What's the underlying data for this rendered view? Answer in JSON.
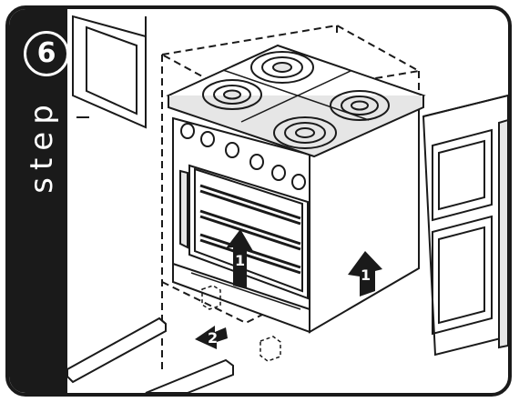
{
  "step": {
    "number": "6",
    "word": "step"
  },
  "arrows": {
    "lift_front_label": "1",
    "lift_side_label": "1",
    "push_label": "2"
  },
  "icons": {
    "oven_range": "range-illustration",
    "cabinets": "kitchen-cabinets-illustration",
    "skids": "shipping-skids-illustration",
    "lift_arrow": "up-arrow-icon",
    "push_arrow": "push-arrow-icon"
  },
  "colors": {
    "ink": "#1a1a1a",
    "paper": "#ffffff",
    "shade": "#e6e6e6"
  }
}
